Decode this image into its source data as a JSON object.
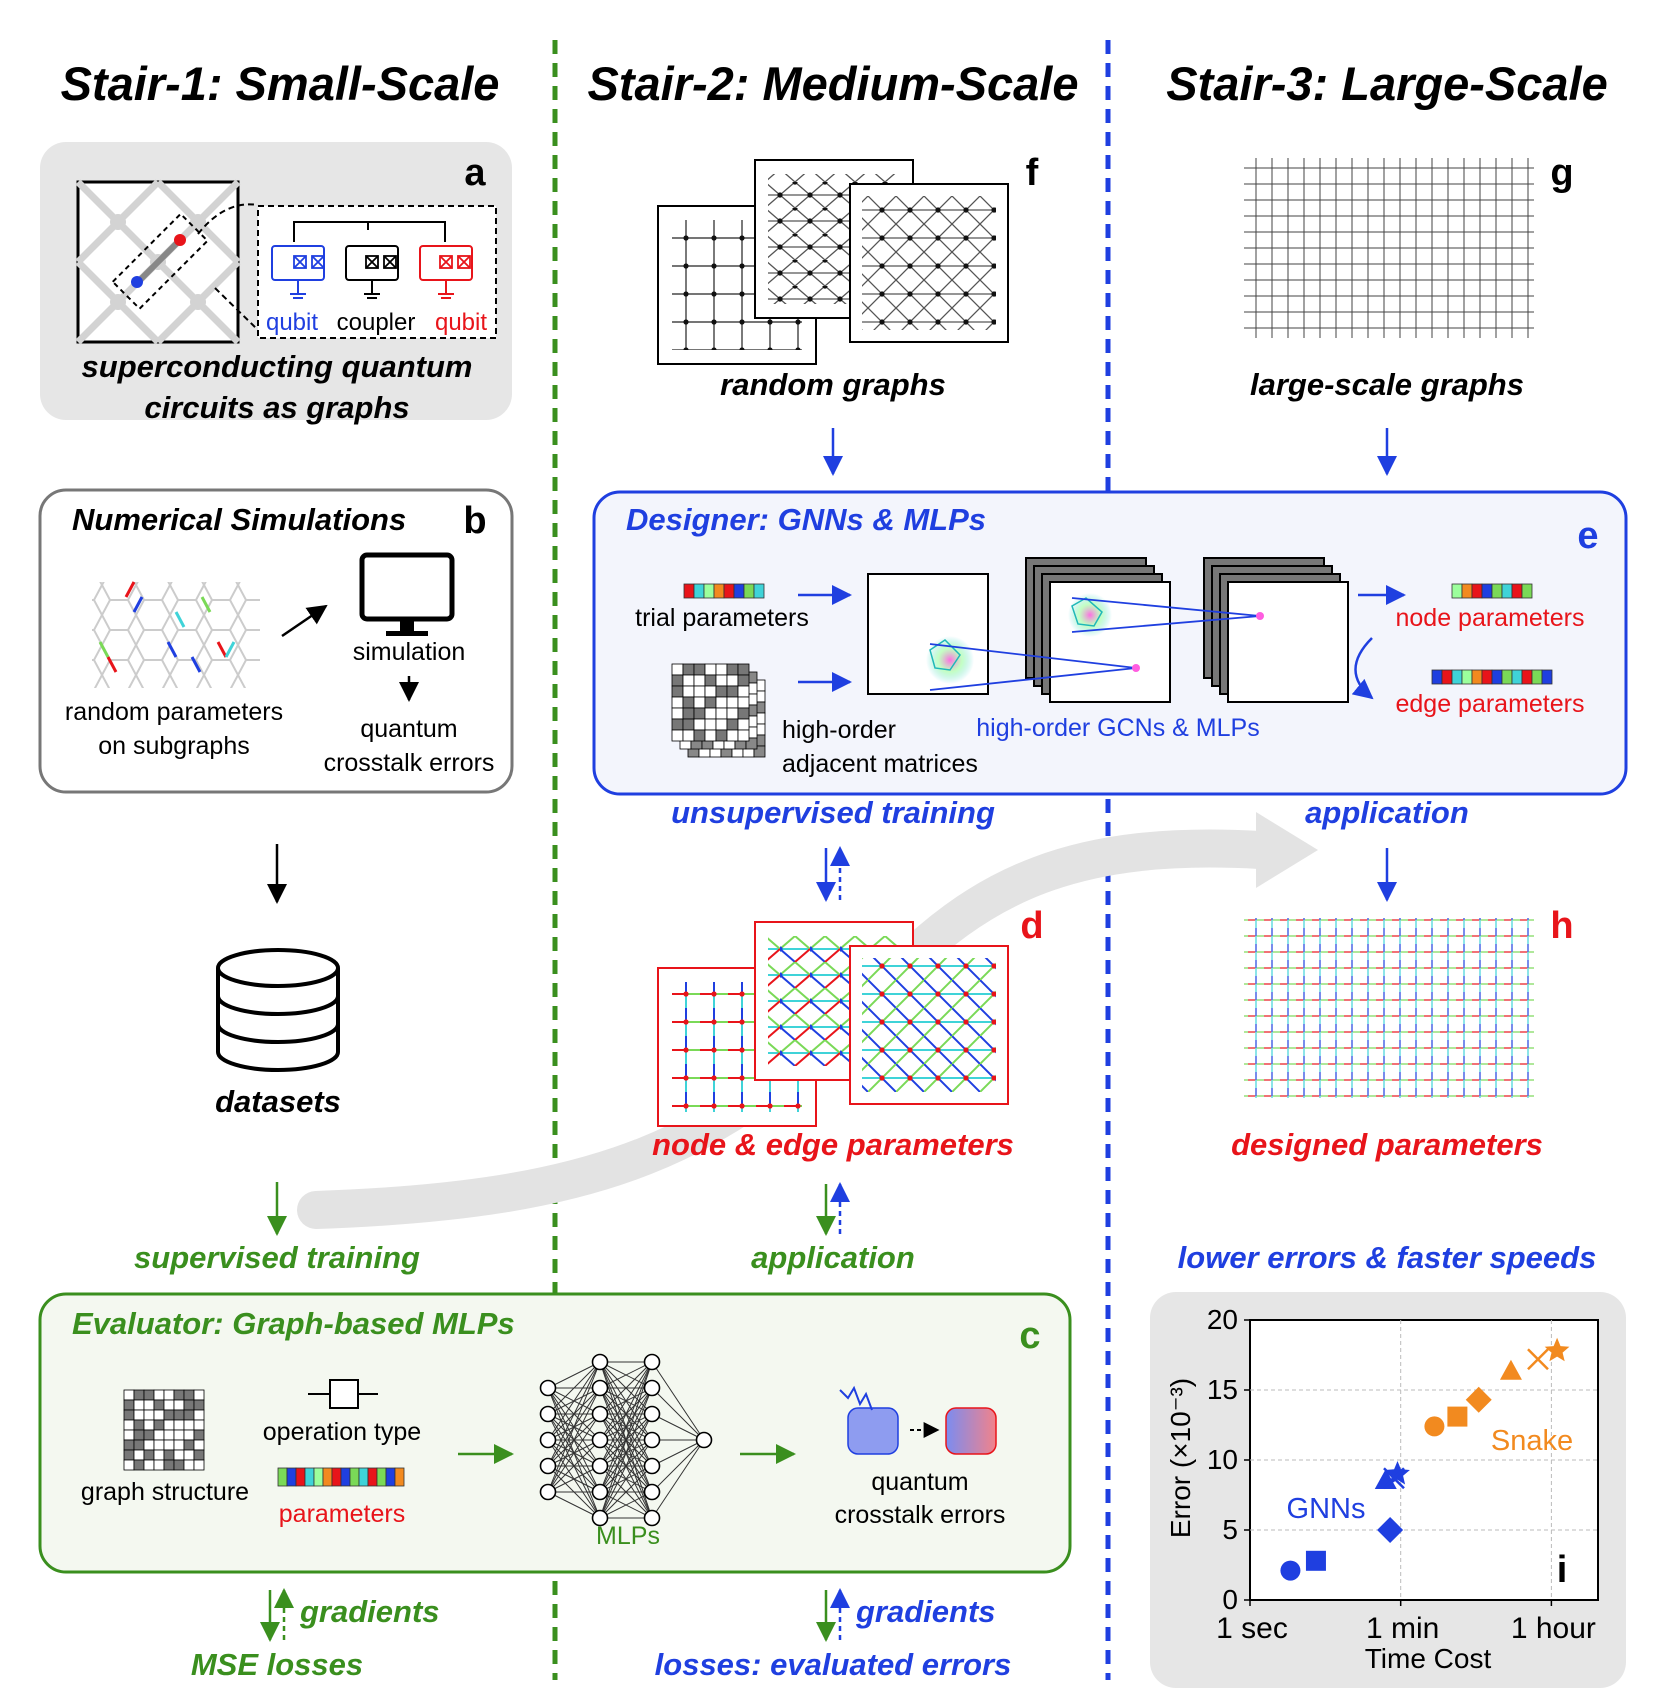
{
  "columns": [
    {
      "title": "Stair-1: Small-Scale"
    },
    {
      "title": "Stair-2: Medium-Scale"
    },
    {
      "title": "Stair-3: Large-Scale"
    }
  ],
  "panel_a": {
    "letter": "a",
    "qubit_left": "qubit",
    "coupler": "coupler",
    "qubit_right": "qubit",
    "caption_line1": "superconducting quantum",
    "caption_line2": "circuits as graphs"
  },
  "panel_b": {
    "letter": "b",
    "title": "Numerical Simulations",
    "left_line1": "random parameters",
    "left_line2": "on subgraphs",
    "monitor_label": "simulation",
    "errors_line1": "quantum",
    "errors_line2": "crosstalk errors"
  },
  "datasets_label": "datasets",
  "supervised_label": "supervised training",
  "panel_c": {
    "letter": "c",
    "title": "Evaluator: Graph-based MLPs",
    "operation_type": "operation type",
    "graph_structure": "graph structure",
    "parameters": "parameters",
    "mlps": "MLPs",
    "errors_line1": "quantum",
    "errors_line2": "crosstalk errors"
  },
  "bottom_left": {
    "gradients": "gradients",
    "losses": "MSE losses"
  },
  "panel_f": {
    "letter": "f",
    "caption": "random graphs"
  },
  "panel_e": {
    "letter": "e",
    "title": "Designer: GNNs & MLPs",
    "trial": "trial parameters",
    "adj_line1": "high-order",
    "adj_line2": "adjacent matrices",
    "gcn": "high-order GCNs & MLPs",
    "node_params": "node parameters",
    "edge_params": "edge parameters"
  },
  "unsupervised_label": "unsupervised training",
  "panel_d": {
    "letter": "d",
    "caption": "node & edge parameters"
  },
  "application_mid": "application",
  "bottom_mid": {
    "gradients": "gradients",
    "losses": "losses: evaluated errors"
  },
  "panel_g": {
    "letter": "g",
    "caption": "large-scale graphs"
  },
  "application_right": "application",
  "panel_h": {
    "letter": "h",
    "caption": "designed parameters"
  },
  "lower_errors": "lower errors & faster speeds",
  "panel_i": {
    "letter": "i",
    "ylabel": "Error (×10⁻³)",
    "xlabel": "Time Cost",
    "series_gnn": "GNNs",
    "series_snake": "Snake"
  },
  "colors": {
    "green": "#3a8f1e",
    "blue": "#1f3fe0",
    "red": "#e8141a",
    "orange": "#f28a1f"
  },
  "chart_data": {
    "type": "scatter",
    "title": "",
    "xlabel": "Time Cost",
    "ylabel": "Error (×10⁻³)",
    "x_scale": "log",
    "x_ticks": [
      {
        "label": "1 sec",
        "seconds": 1
      },
      {
        "label": "1 min",
        "seconds": 60
      },
      {
        "label": "1 hour",
        "seconds": 3600
      }
    ],
    "y_ticks": [
      0,
      5,
      10,
      15,
      20
    ],
    "ylim": [
      0,
      20
    ],
    "grid": true,
    "series": [
      {
        "name": "GNNs",
        "color": "#1f3fe0",
        "points": [
          {
            "x": 3,
            "y": 2.1,
            "marker": "circle"
          },
          {
            "x": 6,
            "y": 2.8,
            "marker": "square"
          },
          {
            "x": 40,
            "y": 8.5,
            "marker": "triangle"
          },
          {
            "x": 45,
            "y": 5.0,
            "marker": "diamond"
          },
          {
            "x": 55,
            "y": 9.0,
            "marker": "star"
          },
          {
            "x": 50,
            "y": 8.7,
            "marker": "x"
          }
        ]
      },
      {
        "name": "Snake",
        "color": "#f28a1f",
        "points": [
          {
            "x": 150,
            "y": 12.4,
            "marker": "circle"
          },
          {
            "x": 280,
            "y": 13.1,
            "marker": "square"
          },
          {
            "x": 500,
            "y": 14.3,
            "marker": "diamond"
          },
          {
            "x": 1200,
            "y": 16.3,
            "marker": "triangle"
          },
          {
            "x": 2500,
            "y": 17.2,
            "marker": "x"
          },
          {
            "x": 4200,
            "y": 17.8,
            "marker": "star"
          }
        ]
      }
    ]
  }
}
